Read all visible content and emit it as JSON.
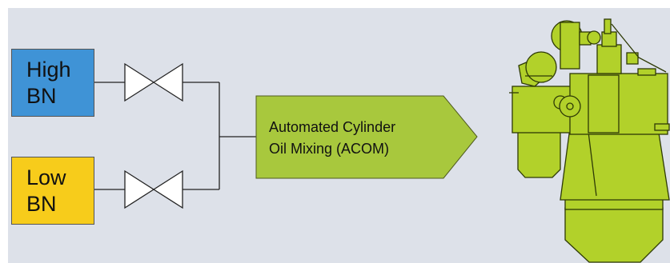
{
  "high_bn": {
    "line1": "High",
    "line2": "BN",
    "color": "#3f93d6"
  },
  "low_bn": {
    "line1": "Low",
    "line2": "BN",
    "color": "#f7cc1b"
  },
  "acom": {
    "line1": "Automated Cylinder",
    "line2": "Oil Mixing (ACOM)",
    "color": "#a8c83d"
  },
  "engine": {
    "color": "#b2d12a"
  },
  "background_color": "#dde1e9"
}
